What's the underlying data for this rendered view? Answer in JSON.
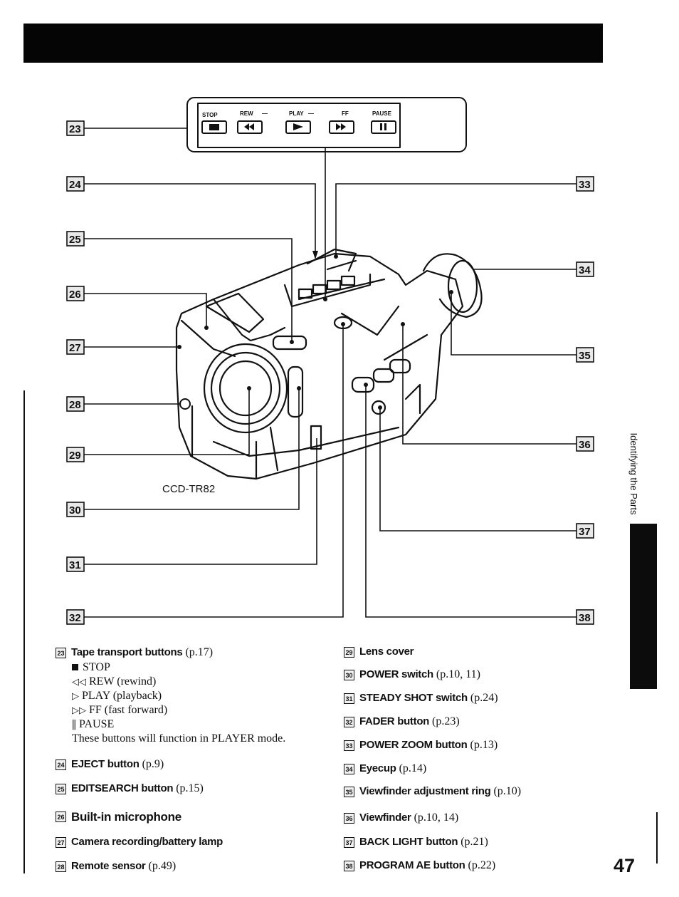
{
  "page": {
    "side_label": "Identifying the Parts",
    "page_number": "47"
  },
  "diagram": {
    "model": "CCD-TR82",
    "panel_labels": [
      "STOP",
      "REW",
      "PLAY",
      "FF",
      "PAUSE"
    ],
    "callouts": [
      "23",
      "24",
      "25",
      "26",
      "27",
      "28",
      "29",
      "30",
      "31",
      "32",
      "33",
      "34",
      "35",
      "36",
      "37",
      "38"
    ]
  },
  "legend_left": [
    {
      "num": "23",
      "term": "Tape transport buttons",
      "ref": "(p.17)"
    },
    {
      "num": "24",
      "term": "EJECT button",
      "ref": "(p.9)"
    },
    {
      "num": "25",
      "term": "EDITSEARCH button",
      "ref": "(p.15)"
    },
    {
      "num": "26",
      "term": "Built-in microphone",
      "ref": ""
    },
    {
      "num": "27",
      "term": "Camera recording/battery lamp",
      "ref": ""
    },
    {
      "num": "28",
      "term": "Remote sensor",
      "ref": "(p.49)"
    }
  ],
  "transport": {
    "stop": "STOP",
    "rew": "REW (rewind)",
    "play": "PLAY (playback)",
    "ff": "FF (fast forward)",
    "pause": "PAUSE",
    "note": "These buttons will function in PLAYER mode."
  },
  "legend_right": [
    {
      "num": "29",
      "term": "Lens cover",
      "ref": ""
    },
    {
      "num": "30",
      "term": "POWER switch",
      "ref": "(p.10, 11)"
    },
    {
      "num": "31",
      "term": "STEADY SHOT switch",
      "ref": "(p.24)"
    },
    {
      "num": "32",
      "term": "FADER button",
      "ref": "(p.23)"
    },
    {
      "num": "33",
      "term": "POWER ZOOM button",
      "ref": "(p.13)"
    },
    {
      "num": "34",
      "term": "Eyecup",
      "ref": "(p.14)"
    },
    {
      "num": "35",
      "term": "Viewfinder adjustment ring",
      "ref": "(p.10)"
    },
    {
      "num": "36",
      "term": "Viewfinder",
      "ref": "(p.10, 14)"
    },
    {
      "num": "37",
      "term": "BACK LIGHT button",
      "ref": "(p.21)"
    },
    {
      "num": "38",
      "term": "PROGRAM AE button",
      "ref": "(p.22)"
    }
  ]
}
